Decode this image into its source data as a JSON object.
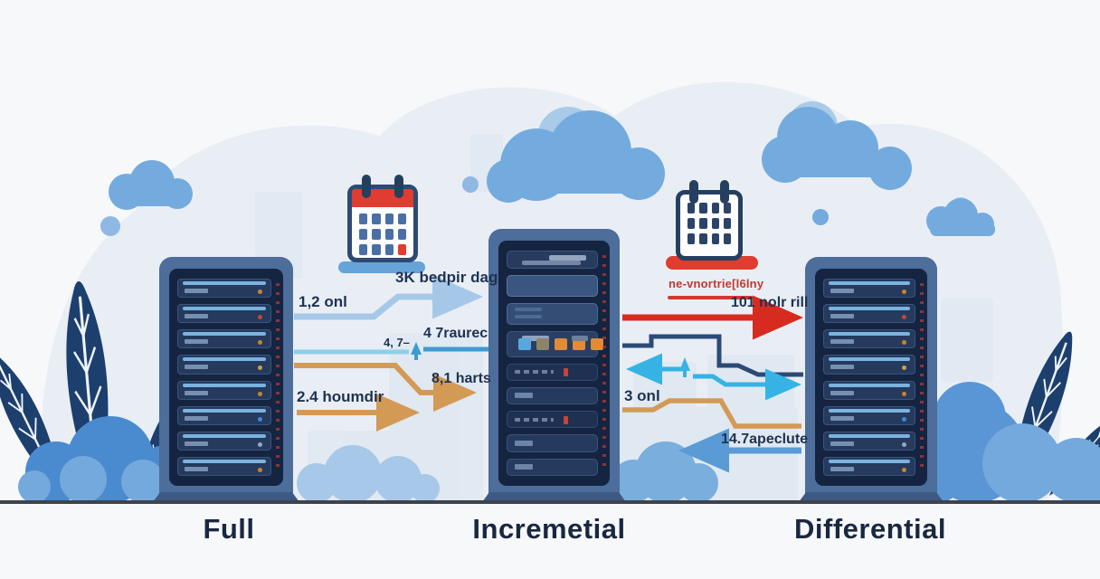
{
  "titles": {
    "full": "Full",
    "incremental": "Incremetial",
    "differential": "Differential"
  },
  "annotations": {
    "left": {
      "a_12onl": "1,2 onl",
      "a_3k_bedpir": "3K bedpir dag",
      "a_4_7": "4, 7–",
      "a_47raurec": "4 7raurec",
      "a_81harts": "8,1 harts",
      "a_24houmdir": "2.4 houmdir"
    },
    "right": {
      "a_red_caption": "ne-vnortrie[l6lny",
      "a_101nolr": "101 nolr rill",
      "a_3onl": "3 onl",
      "a_147apeclute": "14.7apeclute"
    }
  },
  "icons": {
    "left_calendar": "calendar-icon",
    "right_calendar": "calendar-icon",
    "servers": [
      "server-tower-icon",
      "server-tower-icon",
      "server-tower-icon"
    ]
  },
  "colors": {
    "bg": "#f6f8fa",
    "blob": "#e9eef5",
    "navy_text": "#1e3252",
    "title_text": "#1a2740",
    "arrow_lightblue": "#a6c8e8",
    "arrow_steelblue": "#3e9ad2",
    "arrow_teal_light": "#8ecfe8",
    "arrow_cyan": "#34b3e4",
    "arrow_orange": "#d39a55",
    "arrow_red": "#d82b1f",
    "arrow_navy": "#2b4a76",
    "arrow_blue": "#5b9bd5",
    "red_caption": "#c0392f",
    "server_outer": "#4d6d9b",
    "server_inner": "#152440",
    "slat": "#253a5d",
    "slat_highlight": "#7fb9e8",
    "leaf": "#1d3f6e",
    "cloud": "#74abde",
    "cloud_light": "#a9cbe9",
    "bush": "#4a8bd0",
    "bush_light": "#74a9dd",
    "calendar_red": "#e03c30",
    "calendar_navy": "#2c4368",
    "calendar_cell_blue": "#4a6fa5",
    "stand_blue": "#66a3d8",
    "ground": "#3d434d",
    "chip_colors": [
      "#5aa7e0",
      "#8a8468",
      "#e08a3a",
      "#e08a3a",
      "#e08a3a"
    ]
  }
}
